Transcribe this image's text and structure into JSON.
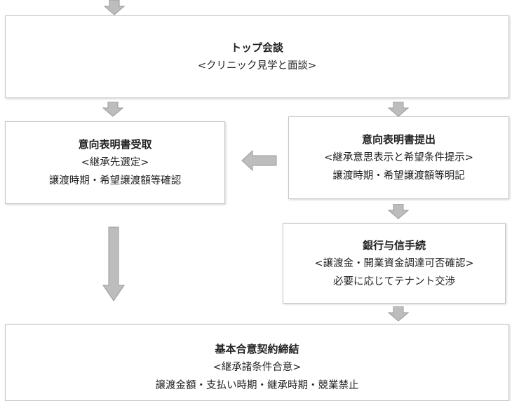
{
  "colors": {
    "arrow_fill": "#bdbdbd",
    "arrow_stroke": "#9a9a9a",
    "box_border": "#c6c6c6"
  },
  "boxes": {
    "top_meeting": {
      "title": "トップ会談",
      "lines": [
        "<クリニック見学と面談>"
      ]
    },
    "intent_receive": {
      "title": "意向表明書受取",
      "lines": [
        "<継承先選定>",
        "譲渡時期・希望譲渡額等確認"
      ]
    },
    "intent_submit": {
      "title": "意向表明書提出",
      "lines": [
        "<継承意思表示と希望条件提示>",
        "譲渡時期・希望譲渡額等明記"
      ]
    },
    "bank_credit": {
      "title": "銀行与信手続",
      "lines": [
        "<譲渡金・開業資金調達可否確認>",
        "必要に応じてテナント交渉"
      ]
    },
    "basic_agreement": {
      "title": "基本合意契約締結",
      "lines": [
        "<継承諸条件合意>",
        "譲渡金額・支払い時期・継承時期・競業禁止"
      ]
    }
  }
}
